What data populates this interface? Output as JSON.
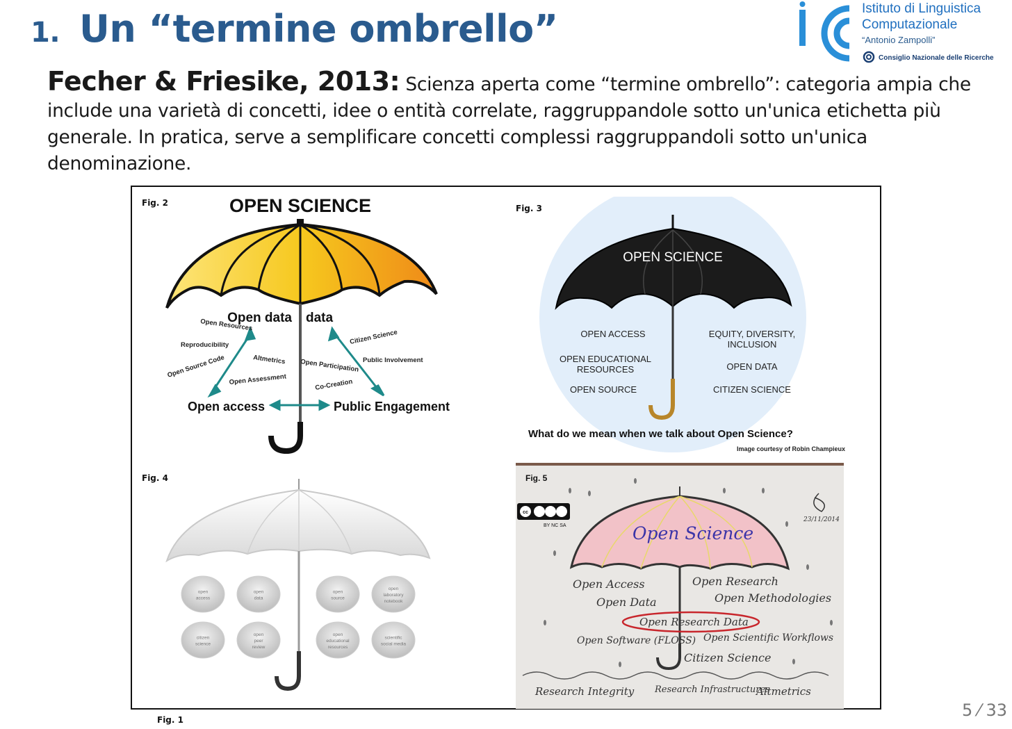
{
  "slide": {
    "number": "1.",
    "title": "Un “termine ombrello”",
    "page": "5 ⁄ 33"
  },
  "logo": {
    "line1": "Istituto di Linguistica",
    "line2": "Computazionale",
    "line3": "“Antonio Zampolli”",
    "line4": "Consiglio Nazionale delle Ricerche"
  },
  "intro": {
    "lead": "Fecher & Friesike, 2013:",
    "text": " Scienza aperta come “termine ombrello”: categoria ampia che include una varietà di concetti, idee o entità correlate, raggruppandole sotto un'unica etichetta più generale. In pratica, serve a semplificare concetti complessi raggruppandoli sotto un'unica denominazione."
  },
  "figures": {
    "fig1": "Fig. 1",
    "fig2": {
      "label": "Fig. 2",
      "title": "OPEN SCIENCE",
      "open_data": "Open data",
      "open_access": "Open access",
      "public_engagement": "Public Engagement",
      "left_items": [
        "Open Resources",
        "Reproducibility",
        "Altmetrics",
        "Open Source Code",
        "Open Assessment"
      ],
      "right_items": [
        "Citizen Science",
        "Public Involvement",
        "Open Participation",
        "Co-Creation"
      ]
    },
    "fig3": {
      "label": "Fig. 3",
      "title": "OPEN SCIENCE",
      "left_items": [
        "OPEN ACCESS",
        "OPEN EDUCATIONAL",
        "RESOURCES",
        "OPEN SOURCE"
      ],
      "right_items": [
        "EQUITY, DIVERSITY,",
        "INCLUSION",
        "OPEN DATA",
        "CITIZEN SCIENCE"
      ],
      "question": "What do we mean when we talk about Open Science?",
      "credit": "Image courtesy of Robin Champieux"
    },
    "fig4": {
      "label": "Fig. 4",
      "bubbles_row1": [
        [
          "open",
          "access"
        ],
        [
          "open",
          "data"
        ],
        [
          "open",
          "source"
        ],
        [
          "open",
          "laboratory",
          "notebook"
        ]
      ],
      "bubbles_row2": [
        [
          "citizen",
          "science"
        ],
        [
          "open",
          "peer",
          "review"
        ],
        [
          "open",
          "educational",
          "resources"
        ],
        [
          "scientific",
          "social media"
        ]
      ]
    },
    "fig5": {
      "label": "Fig. 5",
      "cc": "BY NC SA",
      "date": "23/11/2014",
      "title": "Open Science",
      "items": [
        "Open Access",
        "Open Research",
        "Open Data",
        "Open Methodologies",
        "Open Research Data",
        "Open Software (FLOSS)",
        "Open Scientific Workflows",
        "Citizen Science"
      ],
      "ground": [
        "Research Integrity",
        "Research Infrastructures",
        "Altmetrics"
      ]
    }
  },
  "colors": {
    "title": "#2a5b8e",
    "logo": "#1f6fbf",
    "umbrella_yellow": "#f5c518",
    "umbrella_orange": "#ef8c1a",
    "arrow_teal": "#1e8a8a",
    "fig3_bg": "#e2eefa",
    "fig5_pink": "#f2c2c8"
  }
}
